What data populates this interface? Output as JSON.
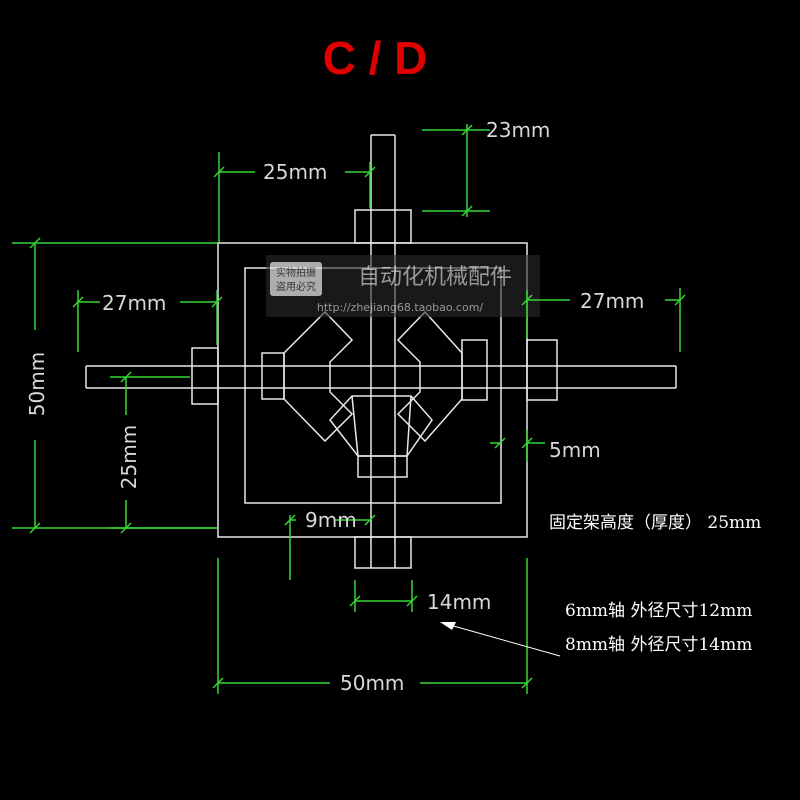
{
  "title": "C / D",
  "colors": {
    "title": "#e00000",
    "outline": "#e8e8e8",
    "dimension": "#33d633",
    "background": "#000000"
  },
  "dimensions": {
    "top_shaft_length": "23mm",
    "top_width": "25mm",
    "left_offset": "27mm",
    "right_offset": "27mm",
    "overall_height": "50mm",
    "shaft_height": "25mm",
    "wall_gap": "5mm",
    "shaft_diameter": "9mm",
    "nut_width": "14mm",
    "overall_width": "50mm"
  },
  "notes": {
    "bracket_height": "固定架高度（厚度） 25mm",
    "shaft_6mm": "6mm轴  外径尺寸12mm",
    "shaft_8mm": "8mm轴  外径尺寸14mm"
  },
  "watermark": {
    "badge_line1": "实物拍摄",
    "badge_line2": "盗用必究",
    "shop_name": "自动化机械配件",
    "url": "http://zhejiang68.taobao.com/"
  }
}
